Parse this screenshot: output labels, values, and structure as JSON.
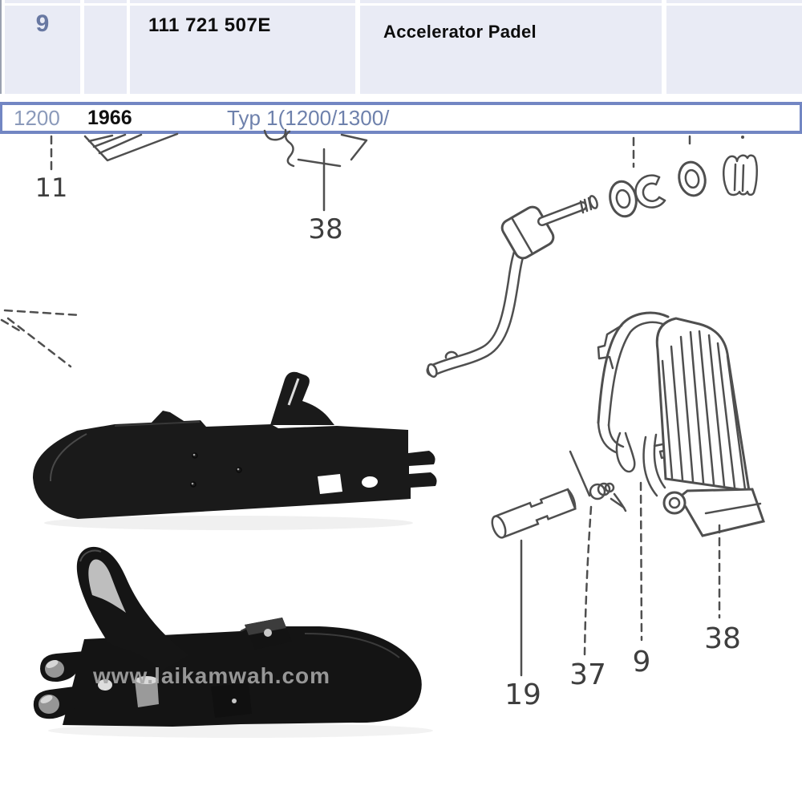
{
  "table": {
    "rows": [
      {
        "pos": "9",
        "part_number": "111 721 507E",
        "description": "Accelerator Padel"
      }
    ],
    "selected_row": {
      "model": "1200",
      "year": "1966",
      "type": "Typ 1(1200/1300/"
    }
  },
  "diagram": {
    "labels": {
      "l11": "11",
      "l38_top": "38",
      "l19": "19",
      "l37": "37",
      "l9": "9",
      "l38_bottom": "38"
    }
  },
  "watermark": {
    "text": "www.laikamwah.com"
  },
  "colors": {
    "table_bg": "#e9ebf5",
    "row_border_blue": "#7286c3",
    "part_pos_text": "#6878a2",
    "muted_model_text": "#8b9aba",
    "type_text": "#6e81ac",
    "diagram_line": "#4f4f4f",
    "photo_black": "#161616"
  }
}
